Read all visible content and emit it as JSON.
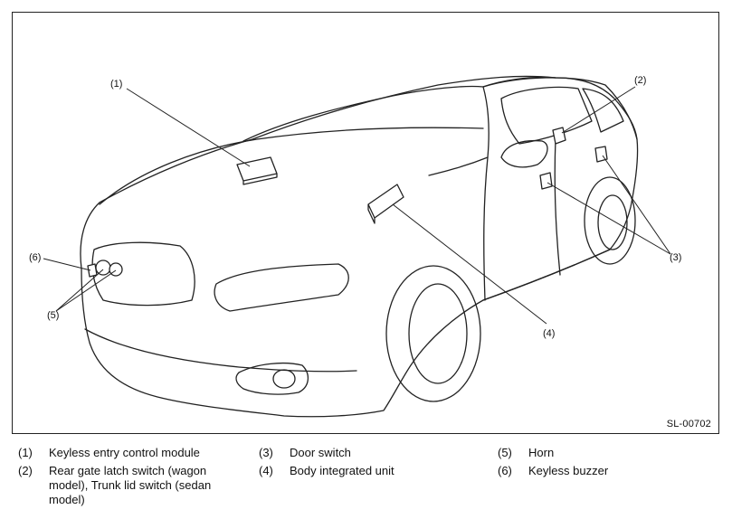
{
  "figure": {
    "code": "SL-00702",
    "callouts": {
      "c1": "(1)",
      "c2": "(2)",
      "c3": "(3)",
      "c4": "(4)",
      "c5": "(5)",
      "c6": "(6)"
    }
  },
  "legend": [
    {
      "num": "(1)",
      "text": "Keyless entry control module"
    },
    {
      "num": "(2)",
      "text": "Rear gate latch switch (wagon model), Trunk lid switch (sedan model)"
    },
    {
      "num": "(3)",
      "text": "Door switch"
    },
    {
      "num": "(4)",
      "text": "Body integrated unit"
    },
    {
      "num": "(5)",
      "text": "Horn"
    },
    {
      "num": "(6)",
      "text": "Keyless buzzer"
    }
  ]
}
